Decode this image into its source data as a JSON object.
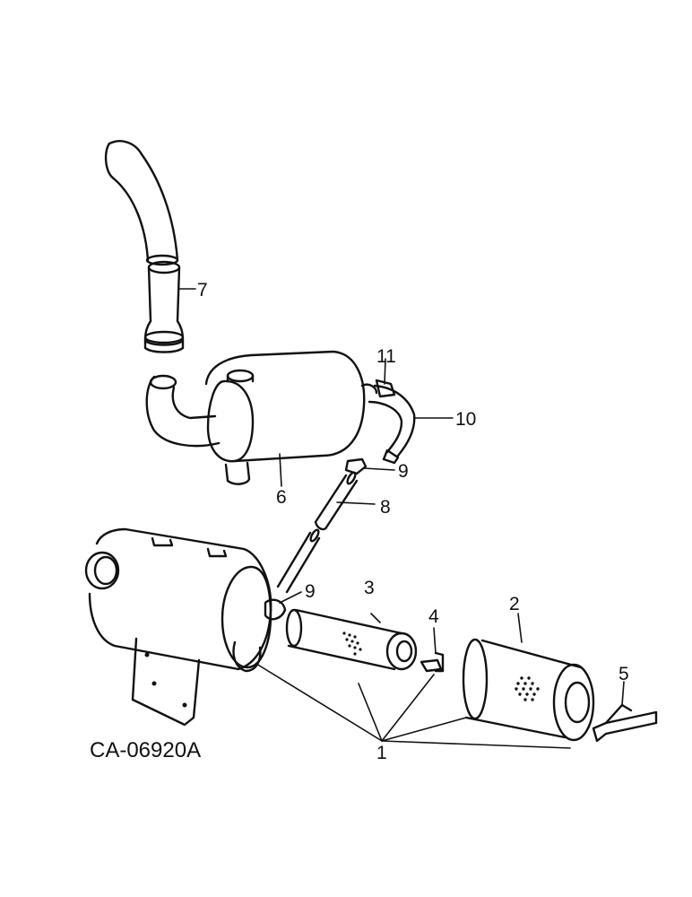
{
  "diagram": {
    "code": "CA-06920A",
    "callouts": {
      "c1": "1",
      "c2": "2",
      "c3": "3",
      "c4": "4",
      "c5": "5",
      "c6": "6",
      "c7": "7",
      "c8": "8",
      "c9a": "9",
      "c9b": "9",
      "c10": "10",
      "c11": "11"
    }
  }
}
